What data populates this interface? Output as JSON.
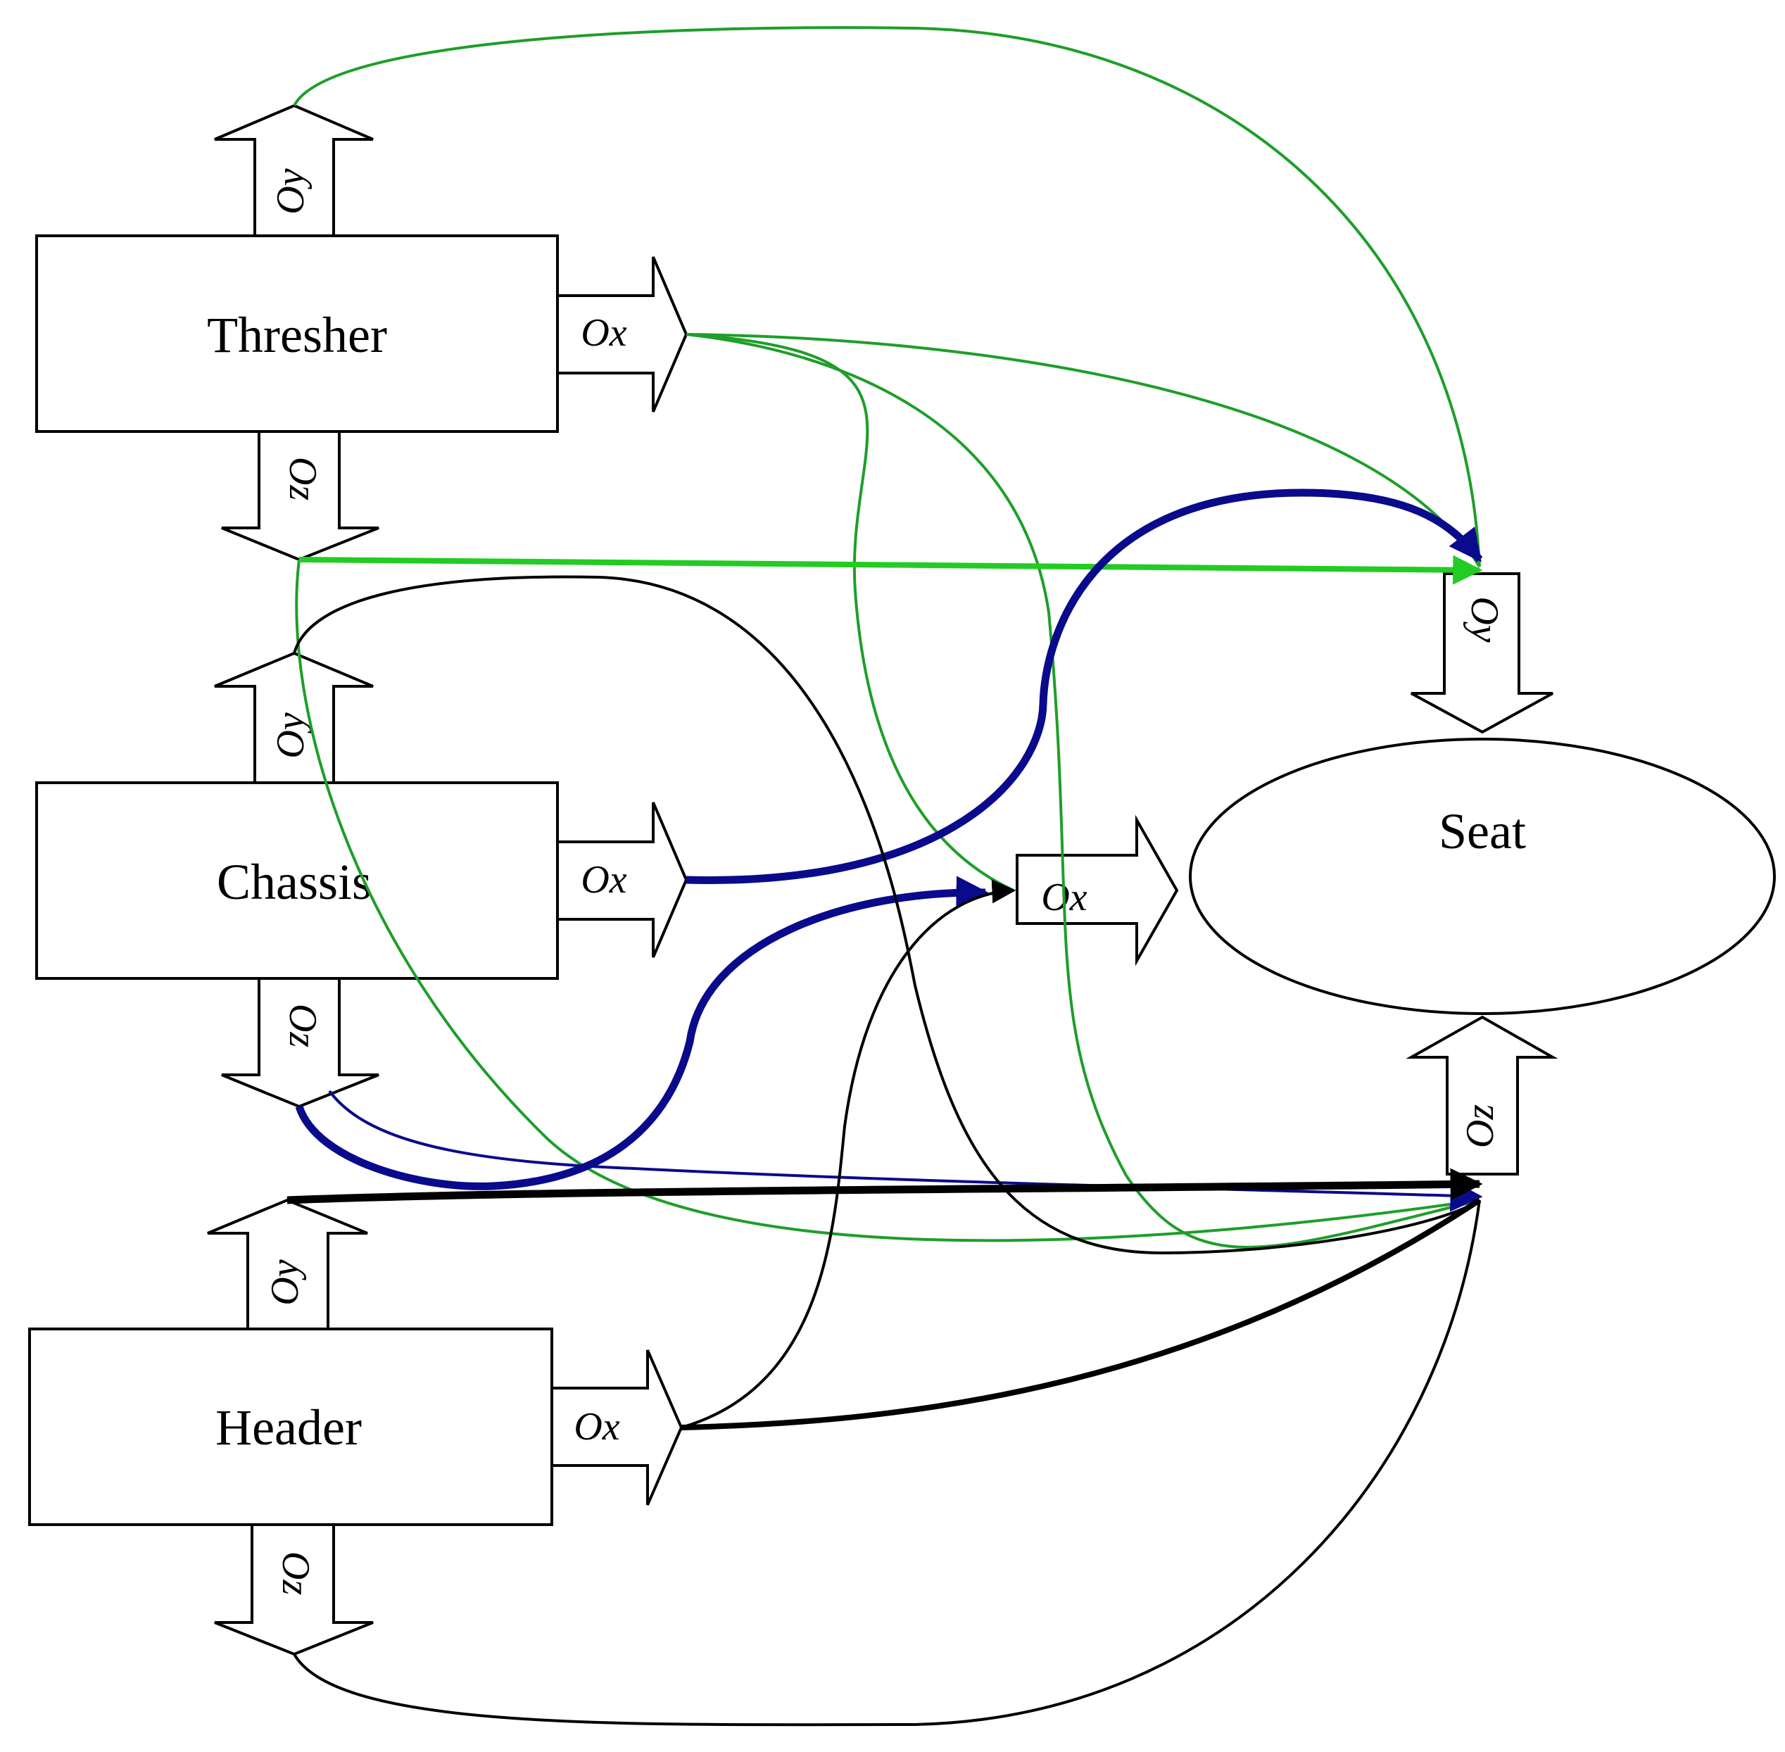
{
  "nodes": {
    "thresher": "Thresher",
    "chassis": "Chassis",
    "header": "Header",
    "seat": "Seat"
  },
  "axes": {
    "thresher_y": "Oy",
    "thresher_x": "Ox",
    "thresher_z": "Oz",
    "chassis_y": "Oy",
    "chassis_x": "Ox",
    "chassis_z": "Oz",
    "header_y": "Oy",
    "header_x": "Ox",
    "header_z": "Oz",
    "seat_y": "Oy",
    "seat_x": "Ox",
    "seat_z": "Oz"
  },
  "colors": {
    "thresher_paths": "#1e9e2a",
    "thresher_main": "#22cc22",
    "chassis_paths": "#0a0a8c",
    "header_paths": "#000000",
    "outline": "#000000"
  }
}
